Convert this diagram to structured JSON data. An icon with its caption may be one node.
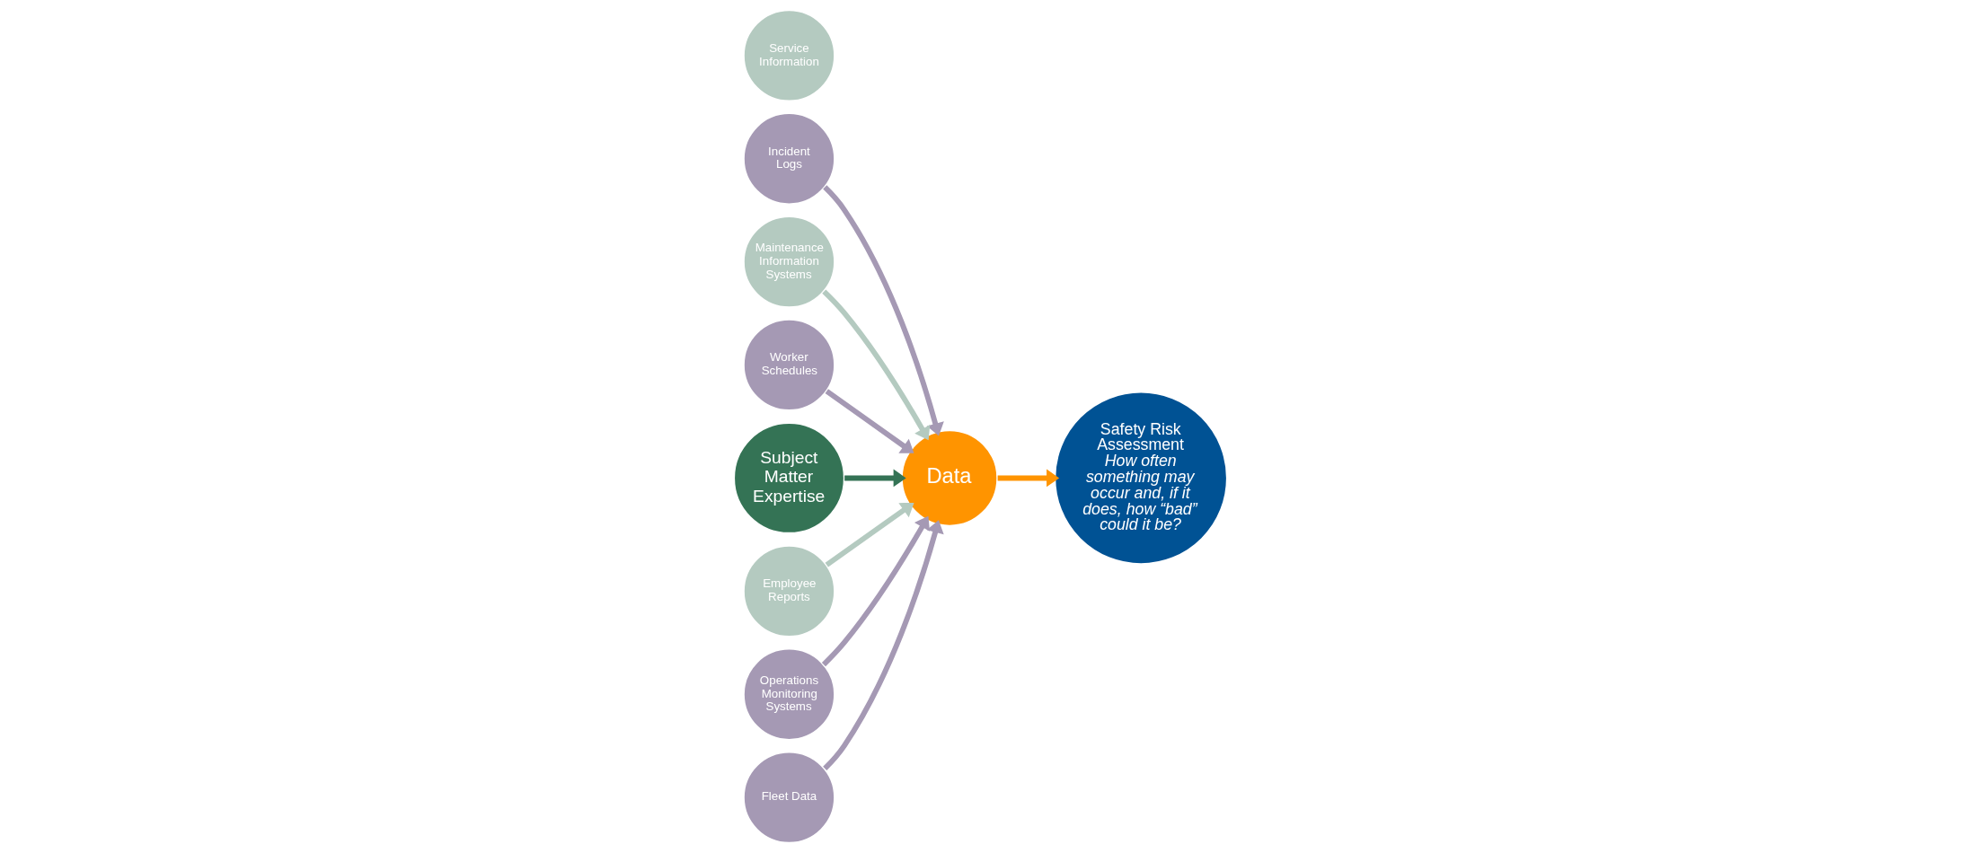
{
  "diagram": {
    "nodes": [
      {
        "text": [
          "Incident Logs"
        ]
      },
      {
        "text": [
          "Maintenance Information Systems"
        ]
      },
      {
        "text": [
          "Worker Schedules"
        ]
      },
      {
        "text": [
          "Subject Matter Expertise"
        ]
      },
      {
        "text": [
          "Service Information"
        ]
      },
      {
        "text": [
          "Employee Reports"
        ]
      },
      {
        "text": [
          "Operations Monitoring Systems"
        ]
      },
      {
        "text": [
          "Fleet Data"
        ]
      },
      {
        "text": [
          "Data"
        ]
      },
      {
        "text": [
          "Safety Risk Assessment",
          "How often something may occur and, if it does, how “bad” could it be?"
        ]
      }
    ],
    "edges": [
      {
        "from": 0,
        "to": 8,
        "arrow": "to"
      },
      {
        "from": 1,
        "to": 8,
        "arrow": "to",
        "color": "#b4cac0"
      },
      {
        "from": 2,
        "to": 8,
        "arrow": "to"
      },
      {
        "from": 3,
        "to": 8,
        "arrow": "to",
        "color": "#347355"
      },
      {
        "from": 5,
        "to": 8,
        "arrow": "to",
        "color": "#b4cac0"
      },
      {
        "from": 6,
        "to": 8,
        "arrow": "to"
      },
      {
        "from": 7,
        "to": 8,
        "arrow": "to"
      },
      {
        "from": 8,
        "to": 9,
        "arrow": "to",
        "color": "#ff9400"
      }
    ]
  }
}
